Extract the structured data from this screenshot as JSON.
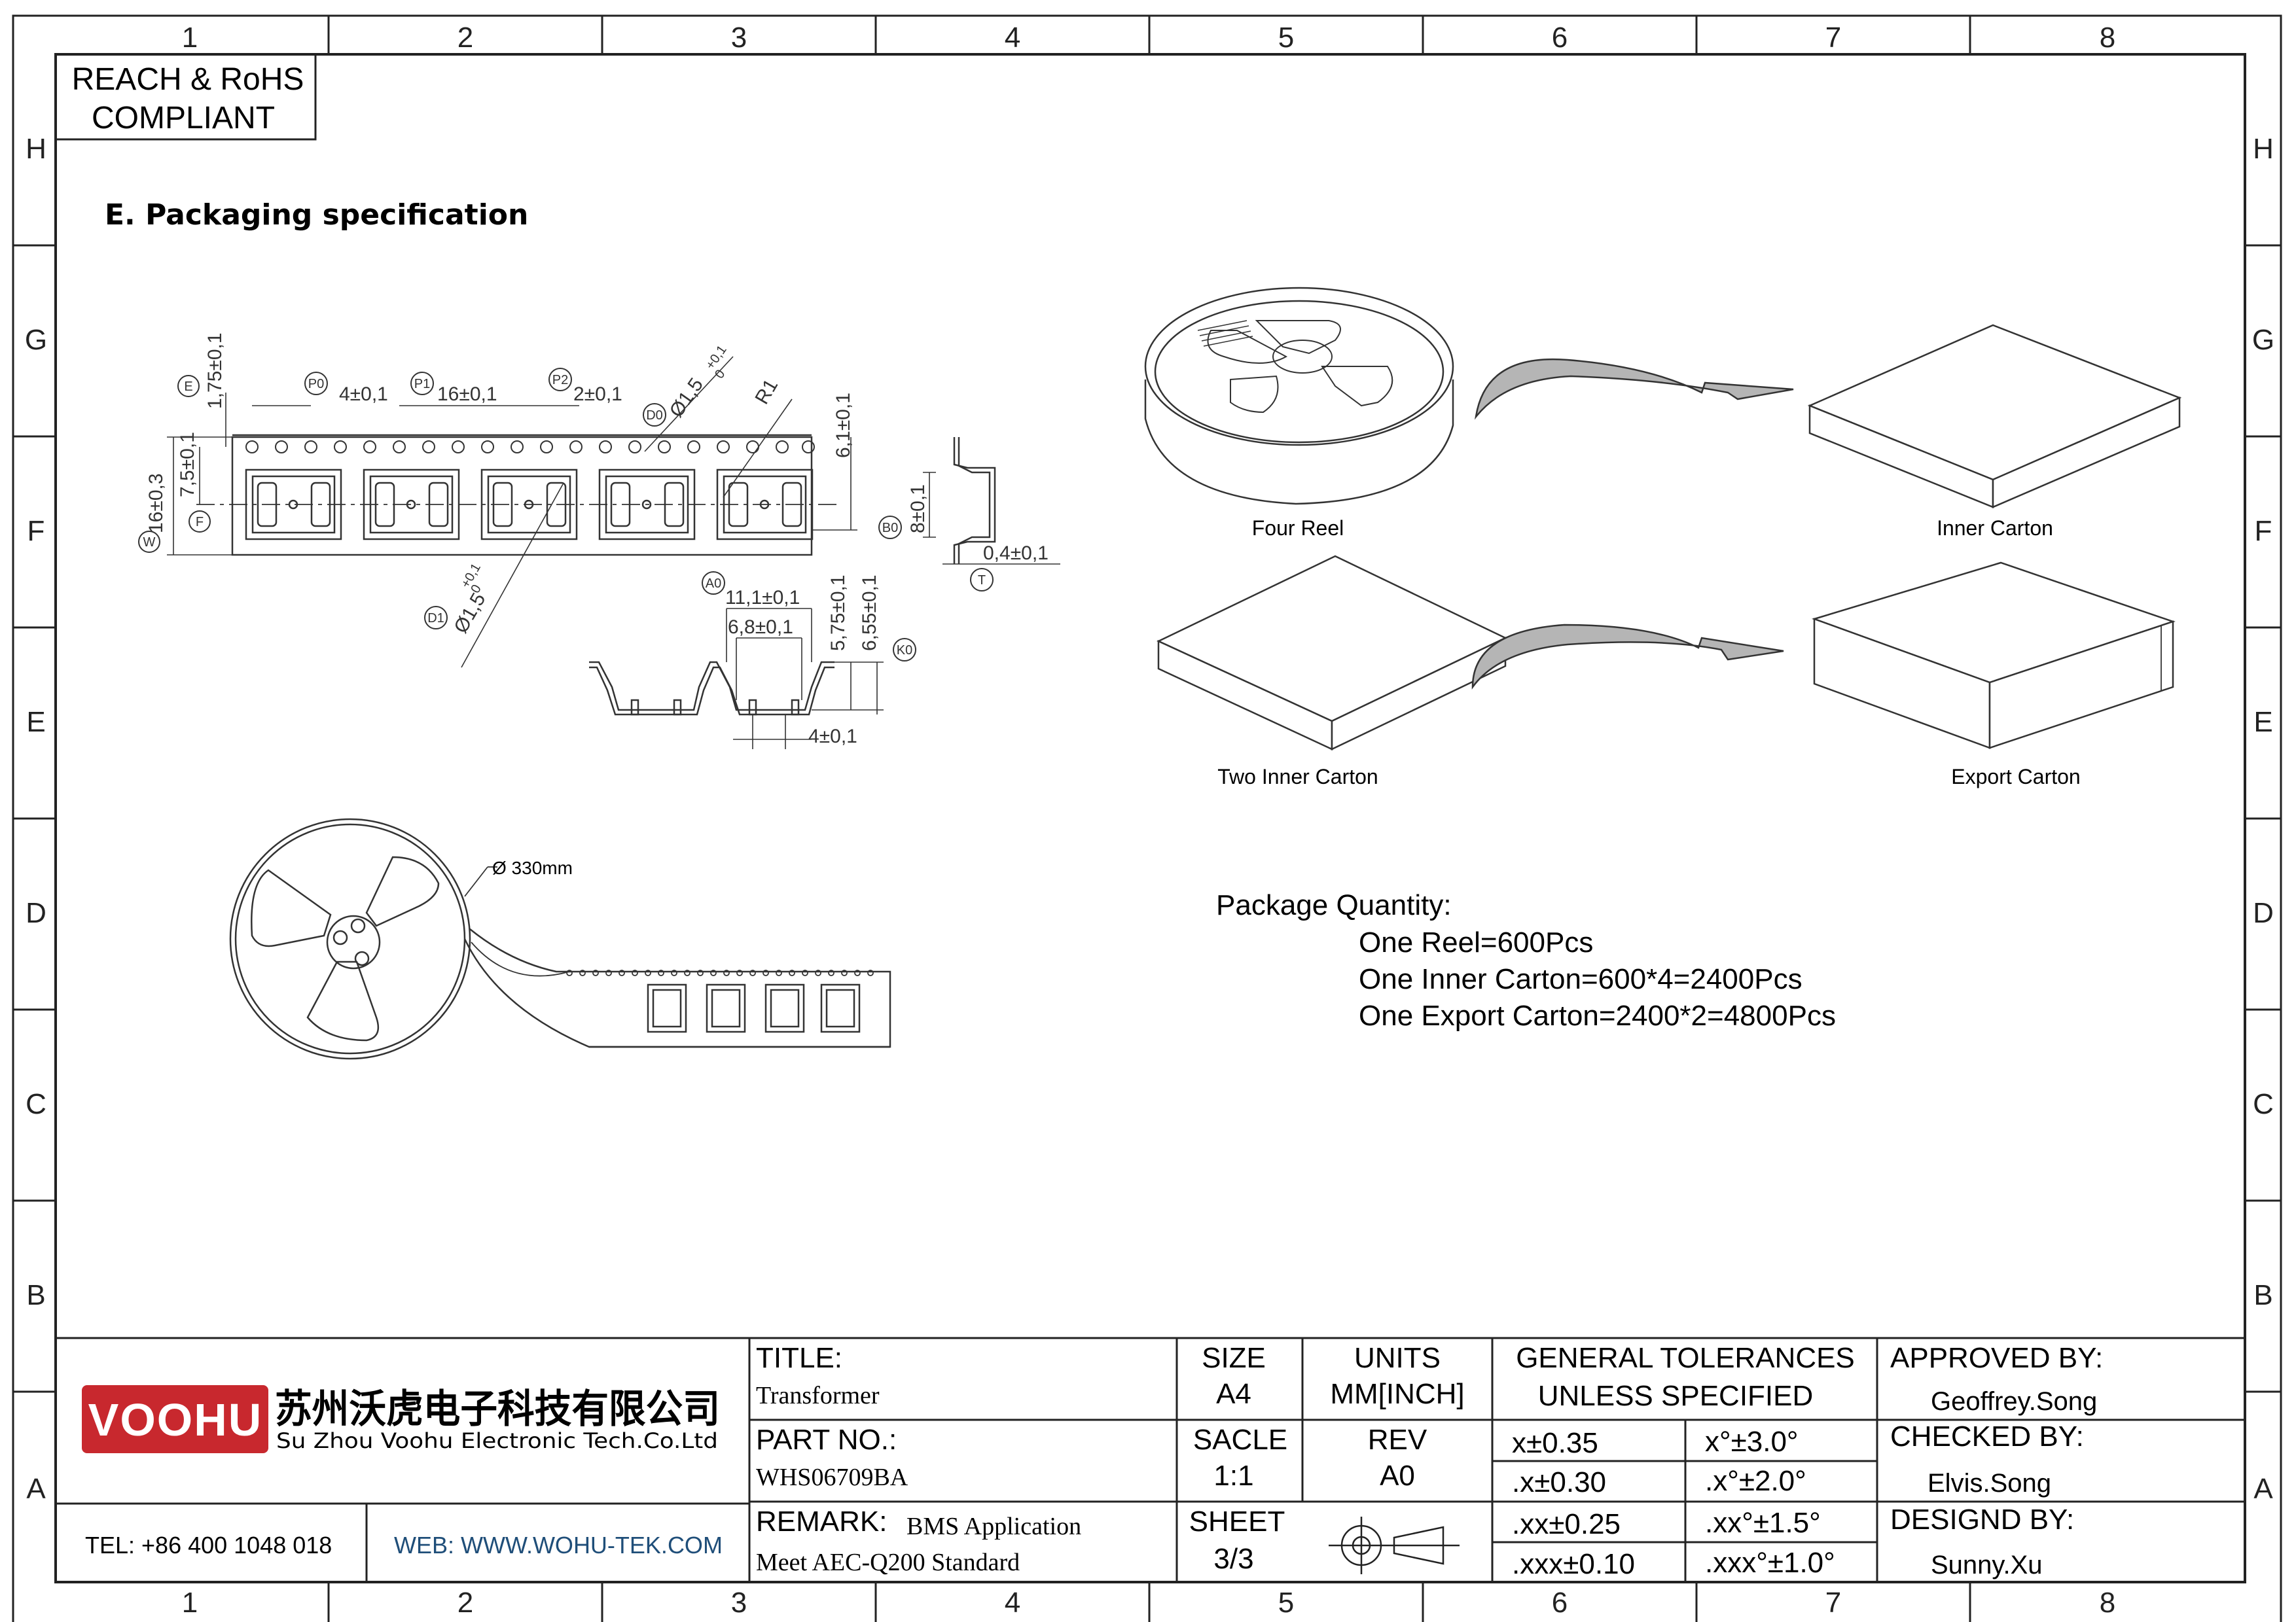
{
  "frame": {
    "columns": [
      "1",
      "2",
      "3",
      "4",
      "5",
      "6",
      "7",
      "8"
    ],
    "rows": [
      "H",
      "G",
      "F",
      "E",
      "D",
      "C",
      "B",
      "A"
    ]
  },
  "compliance": {
    "line1": "REACH & RoHS",
    "line2": "COMPLIANT"
  },
  "section_title": "E. Packaging specification",
  "tape_drawing": {
    "labels": {
      "P0": "P0",
      "P1": "P1",
      "P2": "P2",
      "D0": "D0",
      "D1": "D1",
      "E": "E",
      "F": "F",
      "W": "W",
      "B0": "B0",
      "T": "T",
      "A0": "A0",
      "K0": "K0",
      "R": "R1"
    },
    "dims": {
      "p0": "4±0,1",
      "p1": "16±0,1",
      "p2": "2±0,1",
      "d0": "Ø1,5",
      "d0_tol": "+0,1",
      "d0_tol2": "0",
      "d1": "Ø1,5",
      "d1_tol": "+0,1",
      "d1_tol2": "0",
      "e": "1,75±0,1",
      "f": "7,5±0,1",
      "w": "16±0,3",
      "depth": "6,1±0,1",
      "b0": "8±0,1",
      "t": "0,4±0,1",
      "a_outer": "11,1±0,1",
      "a_inner": "6,8±0,1",
      "k1": "5,75±0,1",
      "k0": "6,55±0,1",
      "pitch4": "4±0,1"
    }
  },
  "reel_drawing": {
    "diameter": "Ø 330mm"
  },
  "packaging_flow": {
    "four_reel": "Four  Reel",
    "inner_carton": "Inner Carton",
    "two_inner_carton": "Two  Inner Carton",
    "export_carton": "Export Carton"
  },
  "package_quantity": {
    "heading": "Package Quantity:",
    "lines": [
      "One Reel=600Pcs",
      "One Inner Carton=600*4=2400Pcs",
      "One Export Carton=2400*2=4800Pcs"
    ]
  },
  "title_block": {
    "company_cn": "苏州沃虎电子科技有限公司",
    "company_en": "Su Zhou Voohu Electronic Tech.Co.Ltd",
    "logo": "VOOHU",
    "tel": "TEL: +86 400 1048 018",
    "web": "WEB: WWW.WOHU-TEK.COM",
    "title_label": "TITLE:",
    "title_value": "Transformer",
    "part_label": "PART NO.:",
    "part_value": "WHS06709BA",
    "remark_label": "REMARK:",
    "remark_value1": "BMS Application",
    "remark_value2": "Meet AEC-Q200 Standard",
    "size_label": "SIZE",
    "size_value": "A4",
    "scale_label": "SACLE",
    "scale_value": "1:1",
    "sheet_label": "SHEET",
    "sheet_value": "3/3",
    "units_label": "UNITS",
    "units_value": "MM[INCH]",
    "rev_label": "REV",
    "rev_value": "A0",
    "tol_heading1": "GENERAL TOLERANCES",
    "tol_heading2": "UNLESS SPECIFIED",
    "tolerances": [
      [
        "x±0.35",
        "x°±3.0°"
      ],
      [
        ".x±0.30",
        ".x°±2.0°"
      ],
      [
        ".xx±0.25",
        ".xx°±1.5°"
      ],
      [
        ".xxx±0.10",
        ".xxx°±1.0°"
      ]
    ],
    "approved_label": "APPROVED BY:",
    "approved_value": "Geoffrey.Song",
    "checked_label": "CHECKED BY:",
    "checked_value": "Elvis.Song",
    "designed_label": "DESIGND BY:",
    "designed_value": "Sunny.Xu"
  },
  "colors": {
    "logo_red": "#c8282e",
    "web_blue": "#1f4e79",
    "arrow_gray": "#b5b5b5"
  }
}
